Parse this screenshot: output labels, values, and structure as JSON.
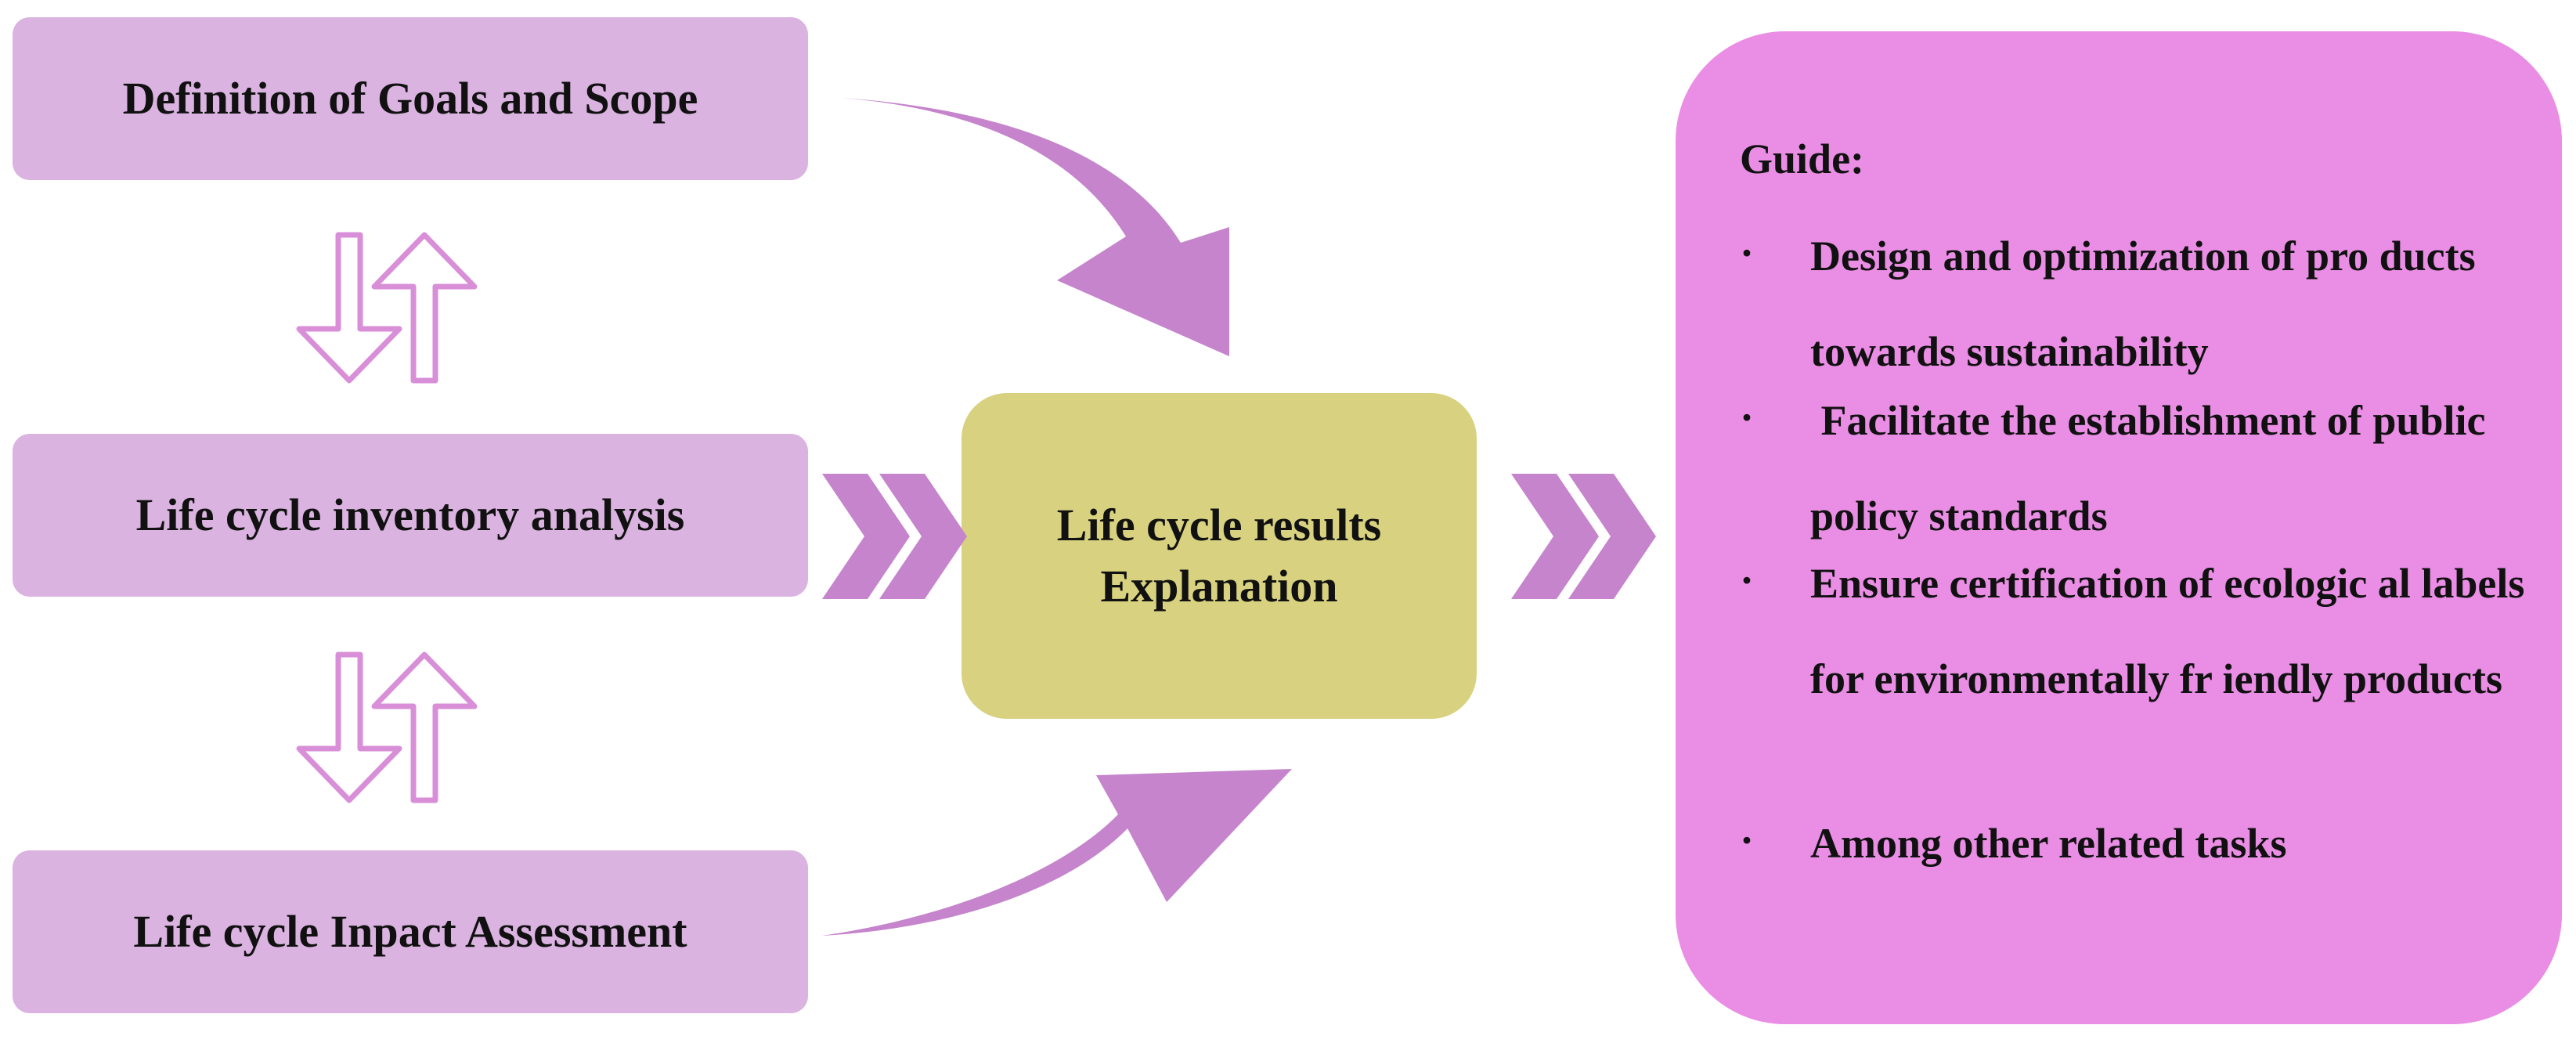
{
  "stages": [
    {
      "id": "goals",
      "label": "Definition of Goals and Scope"
    },
    {
      "id": "inventory",
      "label": "Life cycle inventory analysis"
    },
    {
      "id": "impact",
      "label": "Life cycle Inpact Assessment"
    }
  ],
  "center": {
    "line1": "Life cycle results",
    "line2": "Explanation"
  },
  "guide": {
    "title": "Guide:",
    "bullet": "·",
    "items": [
      "Design and optimization of pro ducts towards sustainability",
      " Facilitate the establishment of public policy standards",
      "Ensure certification of ecologic al labels for environmentally fr iendly products",
      "Among other related tasks"
    ]
  },
  "colors": {
    "stage_fill": "#dab3e0",
    "center_fill": "#d8d280",
    "guide_fill": "#ea8ee5",
    "arrow_fill": "#c584cc",
    "updown_stroke": "#d88fd8"
  }
}
